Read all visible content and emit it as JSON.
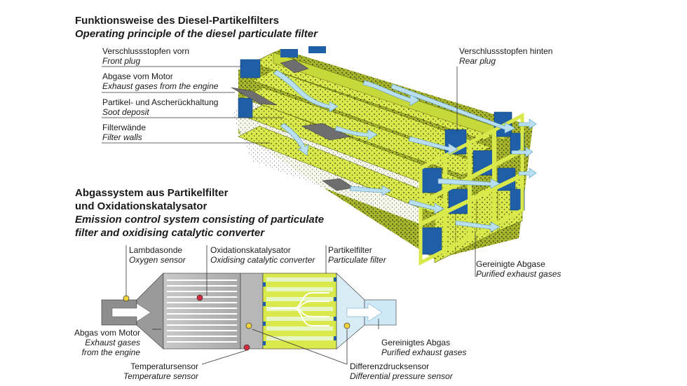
{
  "title": {
    "de": "Funktionsweise des Diesel-Partikelfilters",
    "en": "Operating principle of the diesel particulate filter"
  },
  "filter_labels": {
    "front_plug": {
      "de": "Verschlussstopfen vorn",
      "en": "Front plug"
    },
    "exhaust_in": {
      "de": "Abgase vom Motor",
      "en": "Exhaust gases from the engine"
    },
    "soot": {
      "de": "Partikel- und Ascherückhaltung",
      "en": "Soot deposit"
    },
    "walls": {
      "de": "Filterwände",
      "en": "Filter walls"
    },
    "rear_plug": {
      "de": "Verschlussstopfen hinten",
      "en": "Rear plug"
    },
    "purified": {
      "de": "Gereinigte Abgase",
      "en": "Purified exhaust gases"
    }
  },
  "system": {
    "title_de_1": "Abgassystem aus Partikelfilter",
    "title_de_2": "und Oxidationskatalysator",
    "title_en_1": "Emission control system consisting of particulate",
    "title_en_2": "filter and oxidising catalytic converter",
    "lambda": {
      "de": "Lambdasonde",
      "en": "Oxygen sensor"
    },
    "oxicat": {
      "de": "Oxidationskatalysator",
      "en": "Oxidising catalytic converter"
    },
    "dpf": {
      "de": "Partikelfilter",
      "en": "Particulate filter"
    },
    "exhaust_in": {
      "de": "Abgas vom Motor",
      "en1": "Exhaust gases",
      "en2": "from the engine"
    },
    "exhaust_out": {
      "de": "Gereinigtes Abgas",
      "en": "Purified exhaust gases"
    },
    "temp": {
      "de": "Temperatursensor",
      "en": "Temperature sensor"
    },
    "dp": {
      "de": "Differenzdrucksensor",
      "en": "Differential pressure sensor"
    }
  },
  "colors": {
    "wall_yellow": "#d9e84a",
    "wall_side": "#8a9a1a",
    "plug_blue": "#1f5fa8",
    "flow_arrow": "#b8def0",
    "soot_gray": "#6e6e6e"
  }
}
